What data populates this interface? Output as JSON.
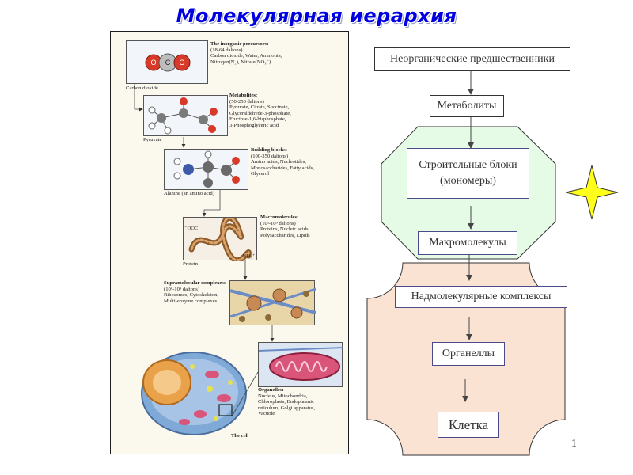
{
  "title": "Молекулярная иерархия",
  "page_number": "1",
  "flow": {
    "inorganic": "Неорганические предшественники",
    "metabolites": "Метаболиты",
    "building_blocks": "Строительные блоки (мономеры)",
    "macromolecules": "Макромолекулы",
    "supramolecular": "Надмолекулярные комплексы",
    "organelles": "Органеллы",
    "cell": "Клетка"
  },
  "colors": {
    "title": "#0000e0",
    "green_region": "#e6fbe6",
    "peach_region": "#fbe3d3",
    "star": "#ffff1a"
  },
  "illustration": {
    "inorganic": {
      "heading": "The inorganic precursors:",
      "lines": [
        "(18-64 daltons)",
        "Carbon dioxide, Water, Ammonia,",
        "Nitrogen(N₂), Nitrate(NO₃⁻)"
      ],
      "caption": "Carbon dioxide",
      "atoms": [
        "O",
        "C",
        "O"
      ]
    },
    "metabolites": {
      "heading": "Metabolites:",
      "lines": [
        "(50-250 daltons)",
        "Pyruvate, Citrate, Succinate,",
        "Glyceraldehyde-3-phosphate,",
        "Fructose-1,6-bisphosphate,",
        "3-Phosphoglyceric acid"
      ],
      "caption": "Pyruvate"
    },
    "building_blocks": {
      "heading": "Building blocks:",
      "lines": [
        "(100-350 daltons)",
        "Amino acids, Nucleotides,",
        "Monosaccharides, Fatty acids,",
        "Glycerol"
      ],
      "caption": "Alanine (an amino acid)"
    },
    "macromolecules": {
      "heading": "Macromolecules:",
      "lines": [
        "(10³-10⁹ daltons)",
        "Proteins, Nucleic acids,",
        "Polysaccharides, Lipids"
      ],
      "caption": "Protein",
      "label_left": "⁻OOC",
      "label_right": "NH₃⁺"
    },
    "supramolecular": {
      "heading": "Supramolecular complexes:",
      "lines": [
        "(10⁶-10⁹ daltons)",
        "Ribosomes, Cytoskeleton,",
        "Multi-enzyme complexes"
      ]
    },
    "organelles": {
      "heading": "Organelles:",
      "lines": [
        "Nucleus, Mitochondria,",
        "Chloroplasts, Endoplasmic",
        "reticulum, Golgi apparatus,",
        "Vacuole"
      ]
    },
    "cell_caption": "The cell"
  }
}
